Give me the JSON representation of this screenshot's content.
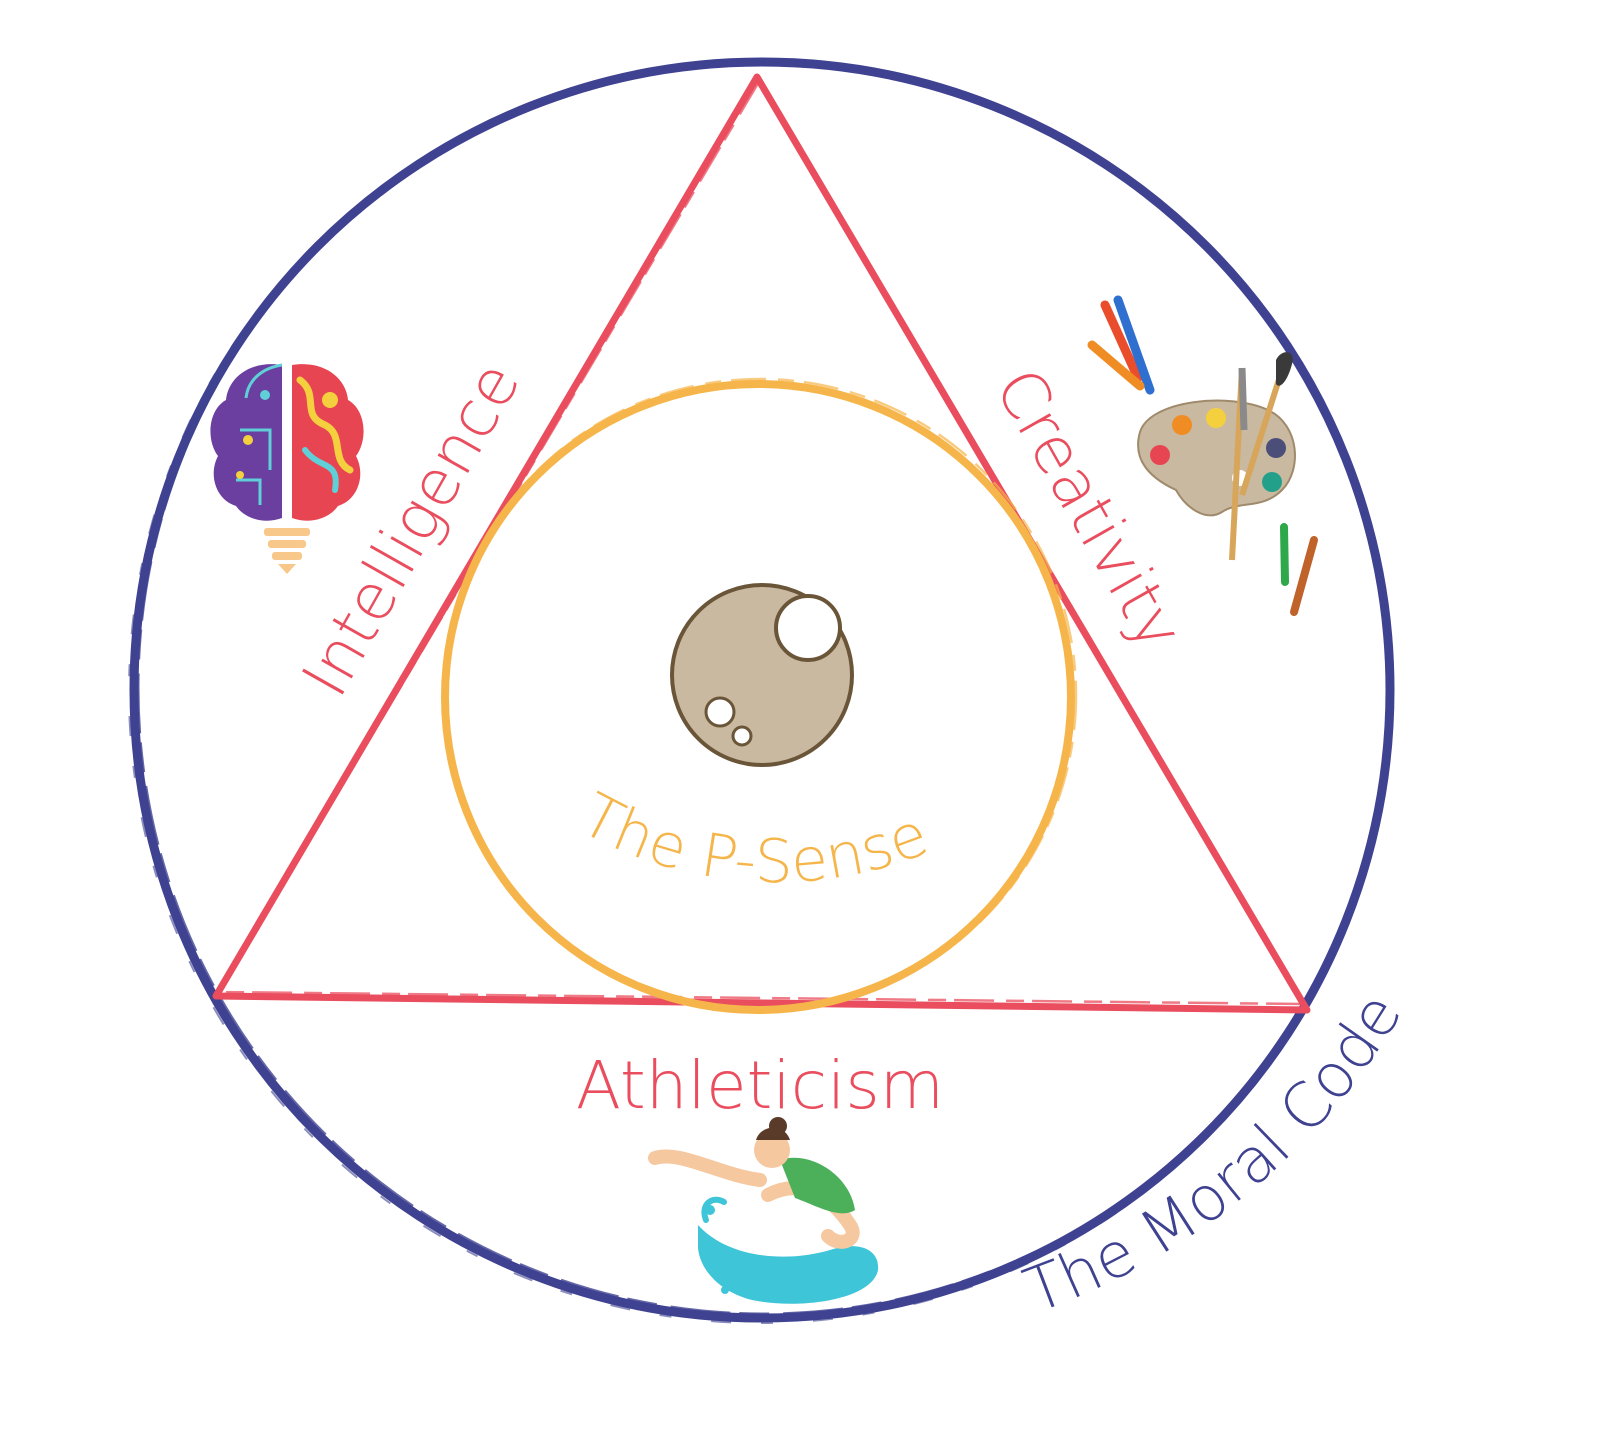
{
  "diagram": {
    "outer_ring": {
      "label": "The Moral Code",
      "color": "#3e4291"
    },
    "triangle": {
      "color": "#e94d5e",
      "sides": {
        "left": "Intelligence",
        "right": "Creativity",
        "bottom": "Athleticism"
      }
    },
    "inner_ring": {
      "label": "The P-Sense",
      "color": "#f6b54a"
    },
    "center_icon": "orb-icon",
    "icons": [
      "brain-lightbulb-icon",
      "paint-palette-icon",
      "diver-icon"
    ]
  }
}
